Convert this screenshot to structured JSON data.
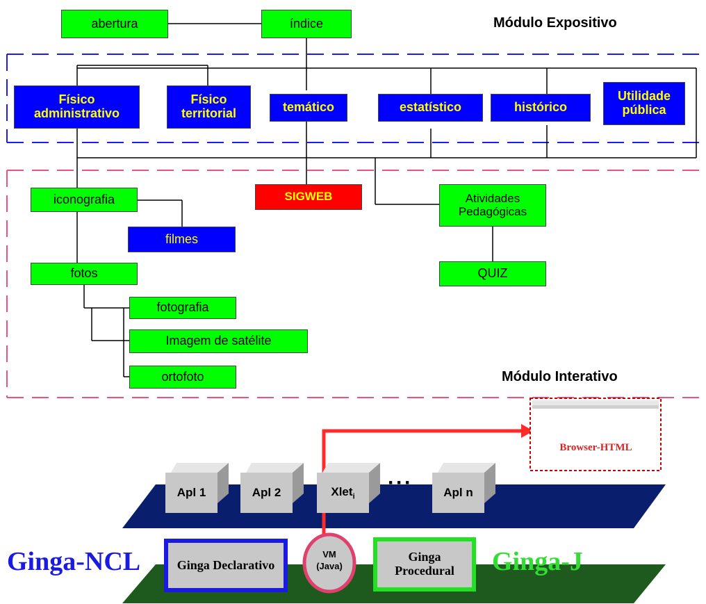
{
  "expositivo": {
    "title": "Módulo Expositivo",
    "abertura": "abertura",
    "indice": "índice",
    "fisico_administrativo": "Físico administrativo",
    "fisico_territorial": "Físico territorial",
    "tematico": "temático",
    "estatistico": "estatístico",
    "historico": "histórico",
    "utilidade_publica": "Utilidade pública"
  },
  "interativo": {
    "title": "Módulo Interativo",
    "iconografia": "iconografia",
    "filmes": "filmes",
    "fotos": "fotos",
    "fotografia": "fotografia",
    "imagem_satelite": "Imagem de satélite",
    "ortofoto": "ortofoto",
    "sigweb": "SIGWEB",
    "atividades": "Atividades Pedagógicas",
    "quiz": "QUIZ"
  },
  "ginga": {
    "browser": "Browser-HTML",
    "apl1": "Apl 1",
    "apl2": "Apl 2",
    "xlet": "Xlet",
    "xlet_sub": "i",
    "ellipsis": "···",
    "apln": "Apl n",
    "ncl": "Ginga-NCL",
    "j": "Ginga-J",
    "declarativo": "Ginga Declarativo",
    "vm": "VM (Java)",
    "procedural": "Ginga Procedural"
  },
  "colors": {
    "green": "#00ff00",
    "blue": "#0000ff",
    "red": "#ff0000",
    "navy": "#0a1e6e",
    "dark_green": "#1e5a1e",
    "pink": "#e0406e"
  }
}
